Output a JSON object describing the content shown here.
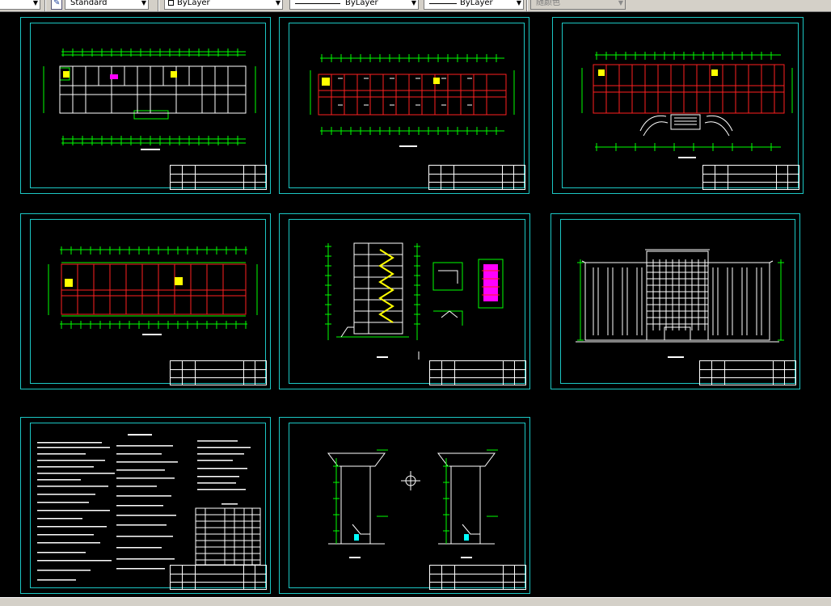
{
  "toolbar": {
    "textstyle": {
      "value": "Standard"
    },
    "layer": {
      "value": "ByLayer"
    },
    "linetype": {
      "value": "ByLayer"
    },
    "lineweight": {
      "value": "ByLayer"
    },
    "plotstyle": {
      "value": "随颜色"
    }
  },
  "drawing": {
    "background": "#000000",
    "frame_color": "#1cc7c4",
    "line_colors": {
      "green": "#00ff00",
      "red": "#ff2020",
      "white": "#ffffff",
      "yellow": "#ffff00",
      "magenta": "#ff00ff",
      "cyan": "#00ffff"
    },
    "sheets": [
      {
        "kind": "floor-plan"
      },
      {
        "kind": "floor-plan"
      },
      {
        "kind": "floor-plan"
      },
      {
        "kind": "floor-plan"
      },
      {
        "kind": "section-and-stair-details"
      },
      {
        "kind": "elevation"
      },
      {
        "kind": "design-notes-and-schedule"
      },
      {
        "kind": "wall-section-details"
      }
    ]
  }
}
